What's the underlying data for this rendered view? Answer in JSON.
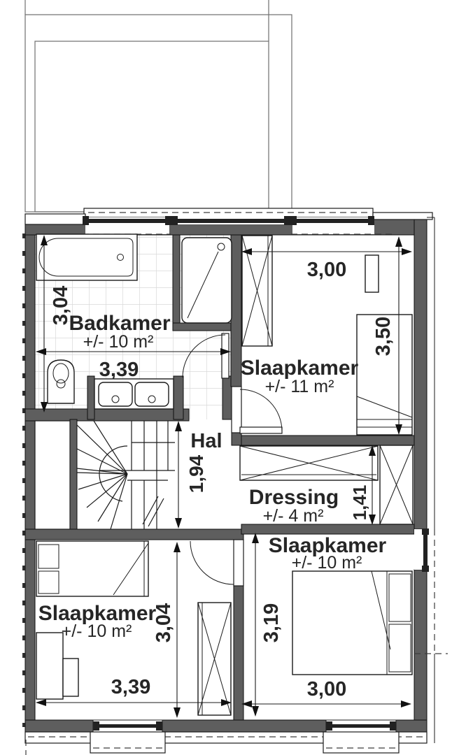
{
  "plan": {
    "title": "floor-plan-first-floor",
    "rooms": {
      "badkamer": {
        "name": "Badkamer",
        "area": "+/- 10 m²"
      },
      "slaapkamer_tr": {
        "name": "Slaapkamer",
        "area": "+/- 11 m²"
      },
      "hal": {
        "name": "Hal"
      },
      "dressing": {
        "name": "Dressing",
        "area": "+/- 4 m²"
      },
      "slaapkamer_bl": {
        "name": "Slaapkamer",
        "area": "+/- 10 m²"
      },
      "slaapkamer_br": {
        "name": "Slaapkamer",
        "area": "+/- 10 m²"
      }
    },
    "dimensions": {
      "badkamer_height": "3,04",
      "badkamer_width": "3,39",
      "slaapkamer_tr_width": "3,00",
      "slaapkamer_tr_height": "3,50",
      "hal_height": "1,94",
      "dressing_height": "1,41",
      "slaapkamer_bl_height": "3,04",
      "slaapkamer_bl_width": "3,39",
      "slaapkamer_br_height": "3,19",
      "slaapkamer_br_width": "3,00"
    },
    "colors": {
      "wall": "#5e5e5e",
      "line": "#1b1b1b",
      "tile": "#d9d9d9"
    }
  }
}
